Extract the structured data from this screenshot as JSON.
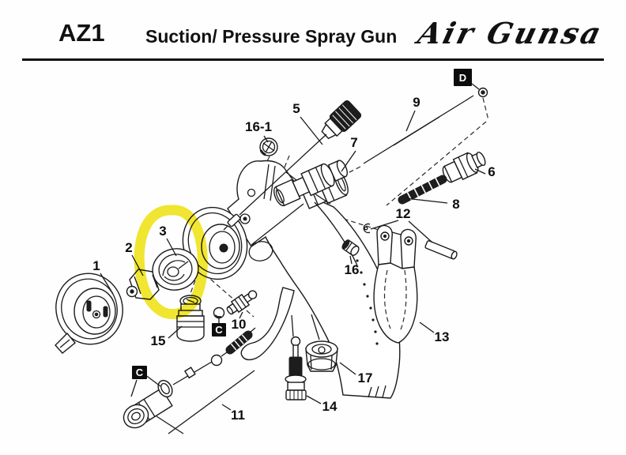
{
  "header": {
    "model": "AZ1",
    "title": "Suction/ Pressure Spray Gun",
    "brand": "Air Gunsa"
  },
  "diagram": {
    "type": "exploded-parts-diagram",
    "subject": "suction/pressure spray gun",
    "highlight": {
      "part": "3",
      "color": "#F0E41E",
      "shape": "hand-drawn oval"
    },
    "badges": {
      "d": "D",
      "c1": "C",
      "c2": "C"
    },
    "parts": {
      "p1": "1",
      "p2": "2",
      "p3": "3",
      "p5": "5",
      "p6": "6",
      "p7": "7",
      "p8": "8",
      "p9": "9",
      "p10": "10",
      "p11": "11",
      "p12": "12",
      "p13": "13",
      "p14": "14",
      "p15": "15",
      "p16": "16",
      "p16_1": "16-1",
      "p17": "17"
    }
  }
}
